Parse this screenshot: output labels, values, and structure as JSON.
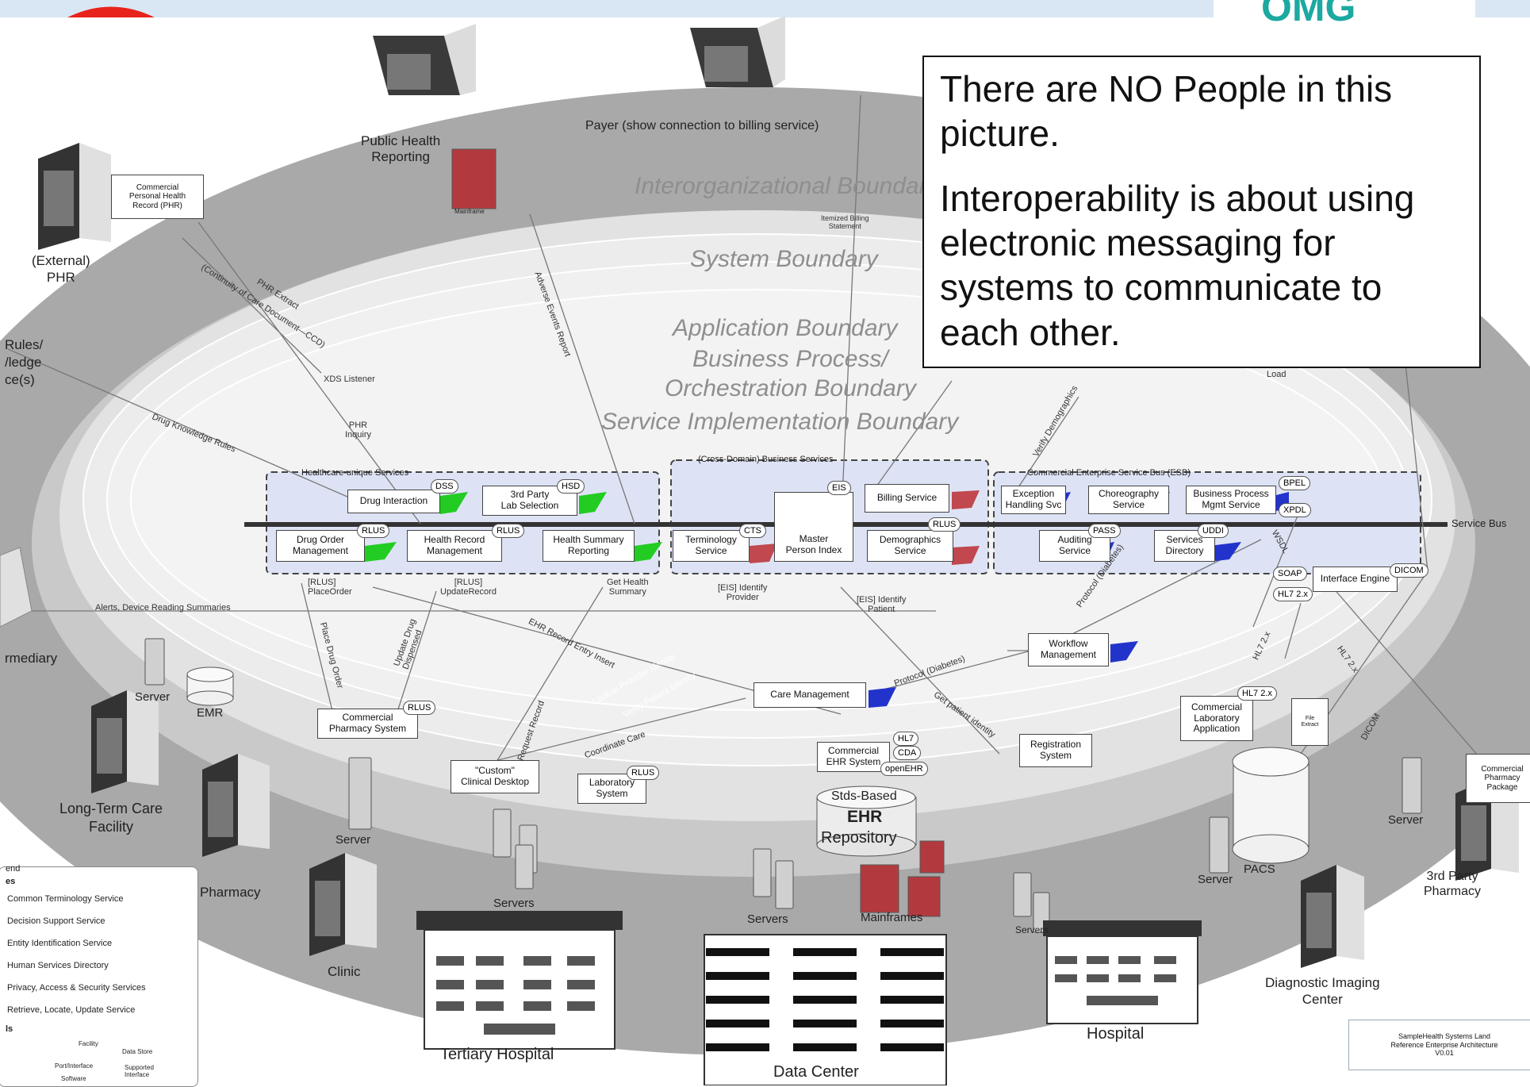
{
  "colors": {
    "outer_ring": "#a9a9a9",
    "middle_ring": "#c9c9c9",
    "inner_fill": "#e6e6e6",
    "service_bg": "#dde3f5",
    "flag_green": "#22cc22",
    "flag_blue": "#2233cc",
    "flag_red": "#c0484e",
    "header_red": "#e8231c",
    "header_teal": "#1ba9a1"
  },
  "header": {
    "logo_text": "OMG"
  },
  "note": {
    "line1": "There are NO People in this picture.",
    "line2": "Interoperability is about using electronic messaging for systems to communicate to each other."
  },
  "boundaries": {
    "interorg": "Interorganizational Boundary",
    "system": "System Boundary",
    "application": "Application Boundary",
    "business_process": "Business Process/",
    "orchestration": "Orchestration Boundary",
    "service_impl": "Service Implementation Boundary"
  },
  "actors": {
    "public_health": "Public Health\nReporting",
    "payer": "Payer (show connection to billing service)",
    "mainframe": "Mainframe",
    "external_phr": "(External)\nPHR",
    "commercial_phr": "Commercial\nPersonal Health\nRecord (PHR)",
    "rules": "Rules/\n/ledge\nce(s)",
    "intermediary": "rmediary",
    "server_emr": "Server",
    "emr": "EMR",
    "ltc": "Long-Term Care\nFacility",
    "pharmacy": "Pharmacy",
    "clinic": "Clinic",
    "server_a": "Server",
    "servers_th": "Servers",
    "tertiary": "Tertiary Hospital",
    "data_center": "Data Center",
    "servers_dc": "Servers",
    "mainframes": "Mainframes",
    "ehr_repo_1": "Stds-Based",
    "ehr_repo_2": "EHR",
    "ehr_repo_3": "Repository",
    "servers_h": "Servers",
    "hospital": "Hospital",
    "server_pacs": "Server",
    "pacs": "PACS",
    "server_3p": "Server",
    "third_party_pharmacy": "3rd Party\nPharmacy",
    "commercial_pharmacy_pkg": "Commercial\nPharmacy\nPackage",
    "diagnostic": "Diagnostic Imaging\nCenter",
    "service_bus": "Service Bus",
    "sample_note": "SampleHealth Systems Land\nReference Enterprise Architecture\nV0.01"
  },
  "groups": {
    "healthcare": "Healthcare-unique Services",
    "cross_domain": "(Cross-Domain) Business Services",
    "esb": "Commercial Enterprise Service Bus (ESB)"
  },
  "services": {
    "drug_interaction": "Drug Interaction",
    "lab_selection": "3rd Party\nLab Selection",
    "drug_order": "Drug Order\nManagement",
    "health_record": "Health Record\nManagement",
    "health_summary": "Health Summary\nReporting",
    "terminology": "Terminology\nService",
    "mpi": "Master\nPerson Index",
    "billing": "Billing Service",
    "demographics": "Demographics\nService",
    "exception": "Exception\nHandling Svc",
    "choreography": "Choreography\nService",
    "bpm": "Business Process\nMgmt Service",
    "auditing": "Auditing\nService",
    "services_dir": "Services\nDirectory",
    "interface_engine": "Interface Engine",
    "workflow": "Workflow\nManagement",
    "care_mgmt": "Care Management",
    "commercial_pharmacy": "Commercial\nPharmacy System",
    "custom_desktop": "\"Custom\"\nClinical Desktop",
    "lab_system": "Laboratory\nSystem",
    "commercial_ehr": "Commercial\nEHR System",
    "registration": "Registration\nSystem",
    "commercial_lab": "Commercial\nLaboratory\nApplication",
    "file_extract": "File\nExtract"
  },
  "tags": {
    "dss": "DSS",
    "hsd": "HSD",
    "rlus1": "RLUS",
    "rlus2": "RLUS",
    "cts": "CTS",
    "eis": "EIS",
    "rlus3": "RLUS",
    "bpel": "BPEL",
    "xpdl": "XPDL",
    "pass": "PASS",
    "uddi": "UDDI",
    "soap": "SOAP",
    "dicom": "DICOM",
    "hl7": "HL7 2.x",
    "hl7b": "HL7 2.x",
    "rlus4": "RLUS",
    "rlus5": "RLUS",
    "hl7c": "HL7",
    "cda": "CDA",
    "openehr": "openEHR"
  },
  "connections": {
    "phr_extract": "PHR Extract",
    "ccd": "(Continuity of Care Document—CCD)",
    "xds": "XDS Listener",
    "phr_inquiry": "PHR\nInquiry",
    "drug_rules": "Drug Knowledge Rules",
    "adverse": "Adverse Events Report",
    "billing_stmt": "Itemized Billing\nStatement",
    "alerts": "Alerts, Device Reading Summaries",
    "place_order": "[RLUS]\nPlaceOrder",
    "update_record": "[RLUS]\nUpdateRecord",
    "get_health": "Get Health\nSummary",
    "eis_provider": "[EIS] Identify\nProvider",
    "eis_patient": "[EIS] Identify\nPatient",
    "ehr_insert": "EHR Record Entry Insert",
    "place_drug": "Place Drug Order",
    "update_drug": "Update Drug\nDispensed",
    "request_record": "Request Record",
    "lookup_provider": "Lookup Provider Identity",
    "verify_patient": "Verify Patient Identity",
    "coordinate": "Coordinate Care",
    "protocol1": "Protocol (Diabetes)",
    "protocol2": "Protocol (Diabetes)",
    "get_patient": "Get patient identity",
    "verify_demo": "Verify Demographics",
    "load": "Load",
    "wsdl": "WSDL",
    "hl7_a": "HL7 2.x",
    "hl7_b": "HL7 2.x",
    "dicom_a": "DICOM"
  },
  "legend": {
    "title": "end",
    "sub": "es",
    "items": [
      "Common Terminology Service",
      "Decision Support Service",
      "Entity Identification Service",
      "Human Services Directory",
      "Privacy, Access & Security Services",
      "Retrieve, Locate, Update Service"
    ],
    "symbols_title": "ls",
    "facility": "Facility",
    "data_store": "Data Store",
    "software": "Software",
    "port": "Port/Interface",
    "supported": "Supported\nInterface"
  }
}
